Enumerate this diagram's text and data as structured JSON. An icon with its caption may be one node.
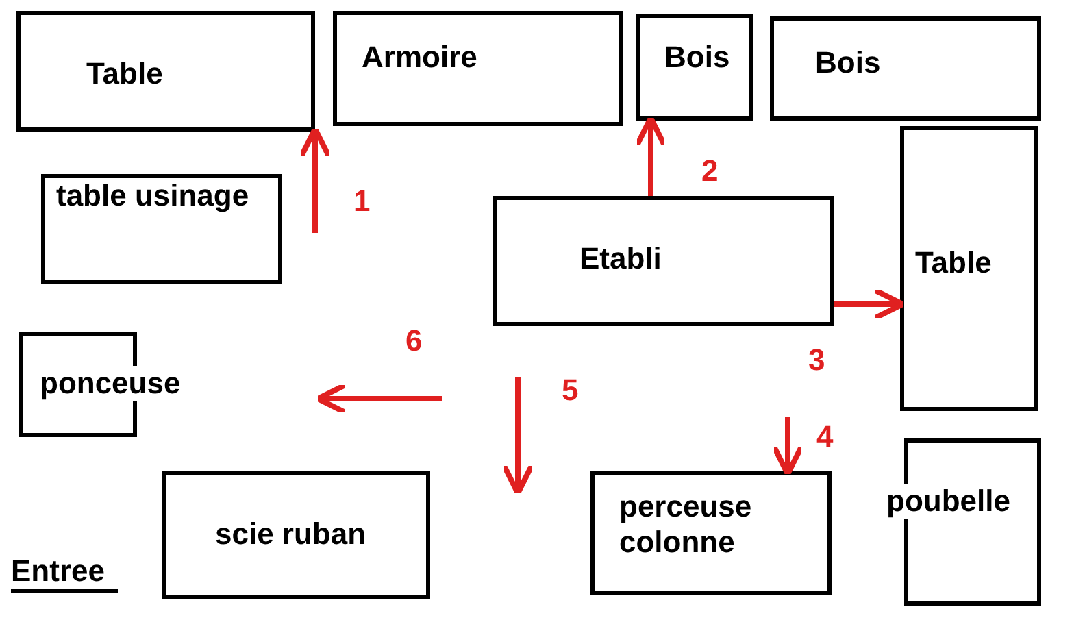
{
  "diagram": {
    "nodes": [
      {
        "text": [
          "Table"
        ]
      },
      {
        "text": [
          "Armoire"
        ]
      },
      {
        "text": [
          "Bois"
        ]
      },
      {
        "text": [
          "Bois"
        ]
      },
      {
        "text": [
          "table usinage"
        ]
      },
      {
        "text": [
          "Etabli"
        ]
      },
      {
        "text": [
          "Table"
        ]
      },
      {
        "text": [
          "ponceuse"
        ]
      },
      {
        "text": [
          "scie ruban"
        ]
      },
      {
        "text": [
          "perceuse colonne"
        ]
      },
      {
        "text": [
          "poubelle"
        ]
      }
    ],
    "edges": [
      {
        "from": null,
        "to": 0,
        "arrow": "to",
        "label": "1"
      },
      {
        "from": 5,
        "to": 2,
        "arrow": "to",
        "label": "2"
      },
      {
        "from": 5,
        "to": 6,
        "arrow": "to",
        "label": "3"
      },
      {
        "from": null,
        "to": 9,
        "arrow": "to",
        "label": "4"
      }
    ],
    "labels": [
      "5",
      "6",
      "Entree"
    ]
  }
}
